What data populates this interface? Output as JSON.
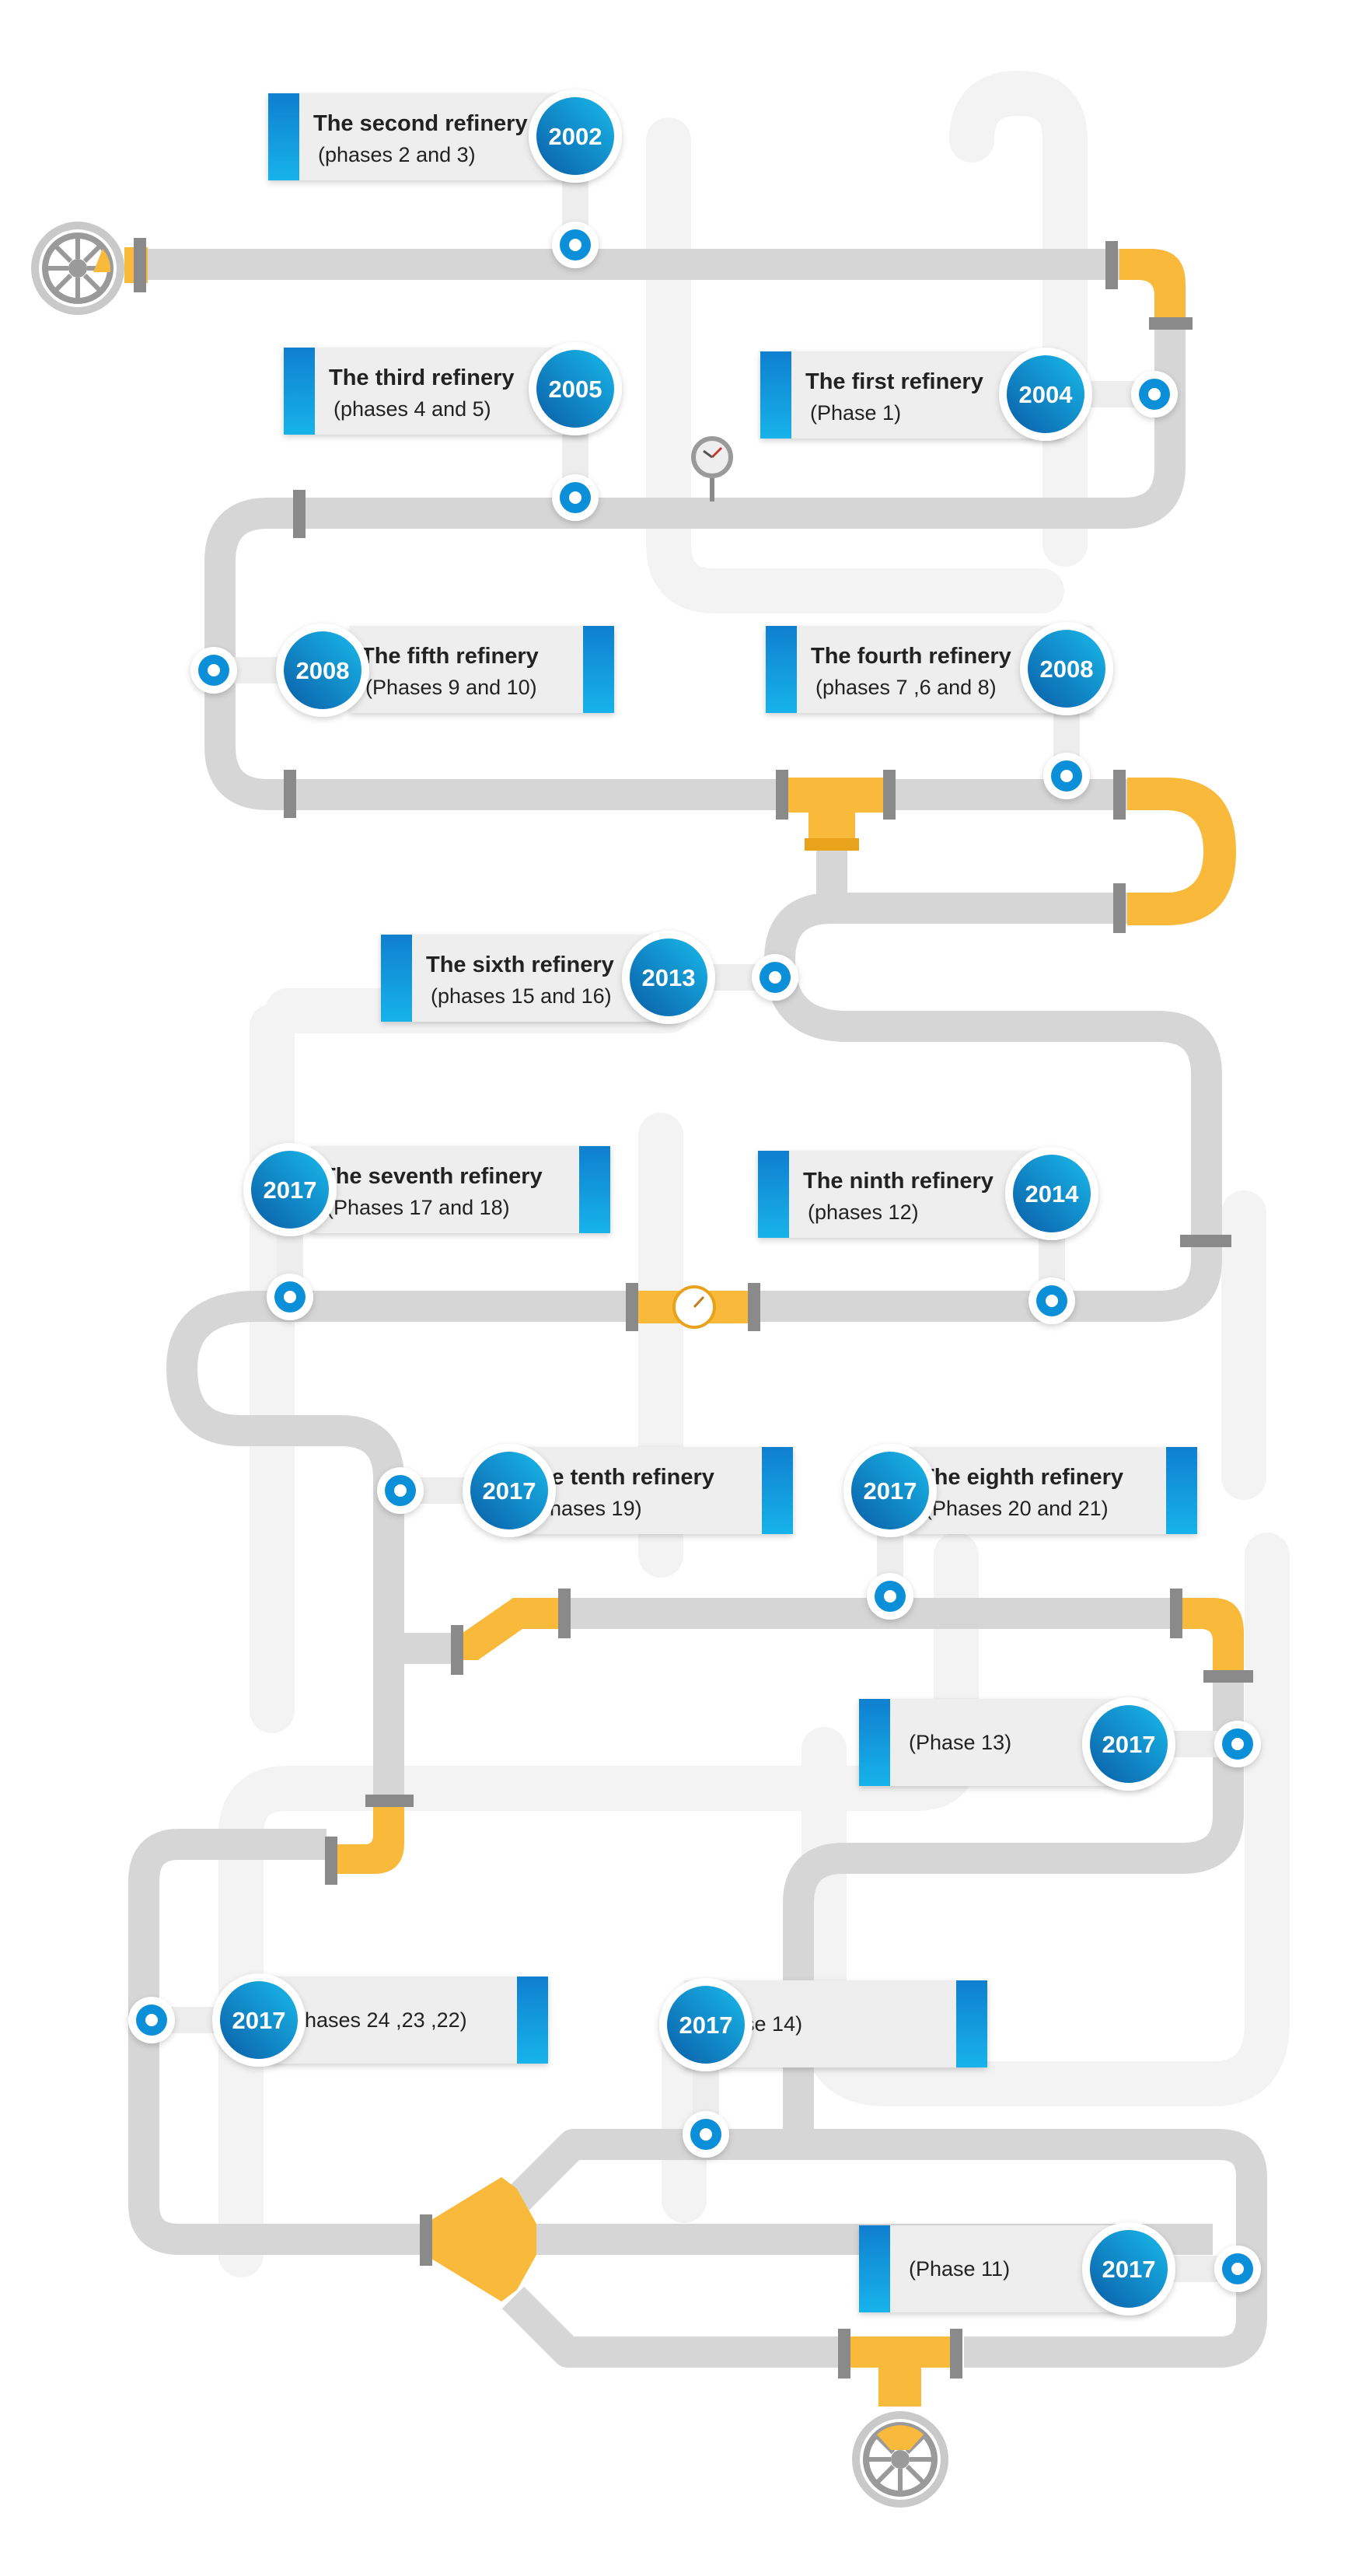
{
  "colors": {
    "pipe": "#d6d6d6",
    "ghost_pipe": "#f2f2f2",
    "fitting": "#f9b93a",
    "fitting_dark": "#e8a21c",
    "flange": "#8a8a8a",
    "card": "#eeeeee",
    "tab": "#0b8fd8",
    "badge_dark": "#0a5ea8",
    "badge_light": "#14b4e8"
  },
  "icons": [
    "valve-wheel-icon",
    "pressure-gauge-icon",
    "flow-meter-icon",
    "connector-node-icon"
  ],
  "milestones": [
    {
      "id": "second-refinery",
      "year": "2002",
      "title": "The second refinery",
      "phases": "(phases 2 and 3)"
    },
    {
      "id": "first-refinery",
      "year": "2004",
      "title": "The first refinery",
      "phases": "(Phase 1)"
    },
    {
      "id": "third-refinery",
      "year": "2005",
      "title": "The third refinery",
      "phases": "(phases 4 and 5)"
    },
    {
      "id": "fifth-refinery",
      "year": "2008",
      "title": "The fifth refinery",
      "phases": "(Phases 9 and 10)"
    },
    {
      "id": "fourth-refinery",
      "year": "2008",
      "title": "The fourth refinery",
      "phases": "(phases 7 ,6 and 8)"
    },
    {
      "id": "sixth-refinery",
      "year": "2013",
      "title": "The sixth refinery",
      "phases": "(phases 15 and 16)"
    },
    {
      "id": "seventh-refinery",
      "year": "2017",
      "title": "The seventh refinery",
      "phases": "(Phases 17 and 18)"
    },
    {
      "id": "ninth-refinery",
      "year": "2014",
      "title": "The ninth refinery",
      "phases": "(phases 12)"
    },
    {
      "id": "tenth-refinery",
      "year": "2017",
      "title": "The tenth refinery",
      "phases": "(Phases 19)"
    },
    {
      "id": "eighth-refinery",
      "year": "2017",
      "title": "The eighth refinery",
      "phases": "(Phases 20 and 21)"
    },
    {
      "id": "phase-13",
      "year": "2017",
      "title": "",
      "phases": "(Phase 13)"
    },
    {
      "id": "phases-24-23-22",
      "year": "2017",
      "title": "",
      "phases": "(Phases 24 ,23 ,22)"
    },
    {
      "id": "phase-14",
      "year": "2017",
      "title": "",
      "phases": "(Phase 14)"
    },
    {
      "id": "phase-11",
      "year": "2017",
      "title": "",
      "phases": "(Phase 11)"
    }
  ]
}
